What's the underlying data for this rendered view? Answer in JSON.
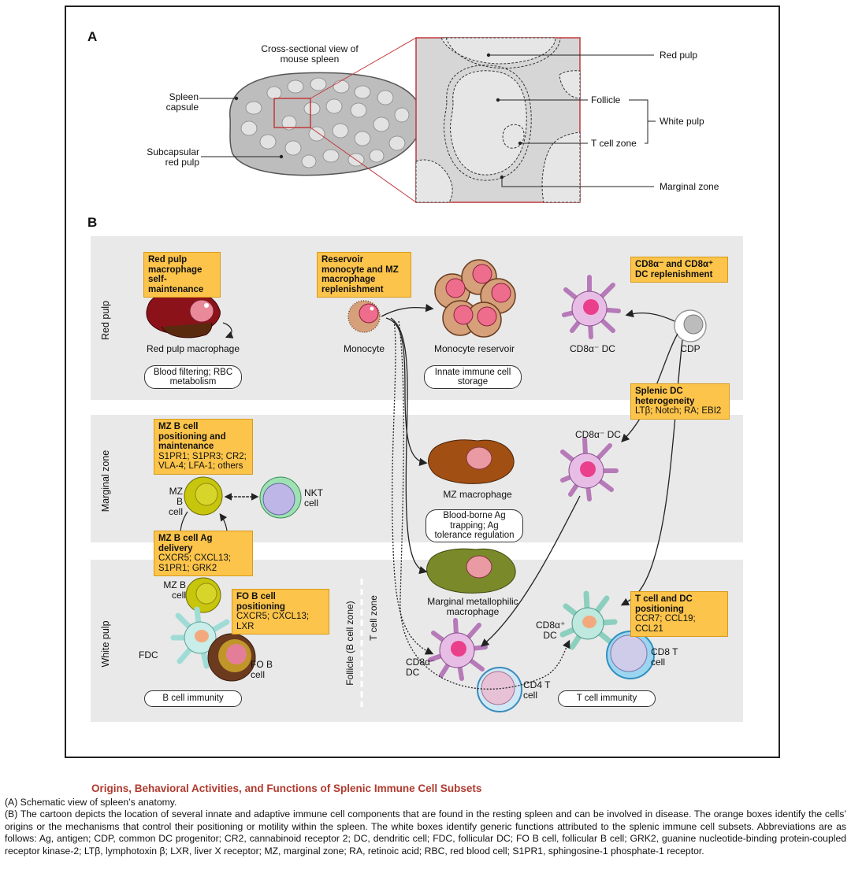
{
  "panel_a": {
    "letter": "A",
    "title": "Cross-sectional view of mouse spleen",
    "labels": {
      "spleen_capsule": "Spleen capsule",
      "subcapsular_red_pulp": "Subcapsular red pulp",
      "red_pulp": "Red pulp",
      "follicle": "Follicle",
      "white_pulp": "White pulp",
      "t_cell_zone": "T cell zone",
      "marginal_zone": "Marginal zone"
    }
  },
  "panel_b": {
    "letter": "B",
    "rows": {
      "red_pulp": "Red pulp",
      "marginal_zone": "Marginal zone",
      "white_pulp": "White pulp"
    },
    "orange_boxes": {
      "rp_self": "Red pulp macrophage self-maintenance",
      "reservoir": "Reservoir monocyte and MZ macrophage replenishment",
      "dc_replenish": "CD8α⁻ and CD8α⁺ DC replenishment",
      "splenic_dc_title": "Splenic DC heterogeneity",
      "splenic_dc_body": "LTβ; Notch; RA; EBI2",
      "mzb_pos_title": "MZ B cell positioning and maintenance",
      "mzb_pos_body": "S1PR1; S1PR3; CR2; VLA-4; LFA-1; others",
      "mzb_ag_title": "MZ B cell Ag delivery",
      "mzb_ag_body": "CXCR5; CXCL13; S1PR1; GRK2",
      "fob_title": "FO B cell positioning",
      "fob_body": "CXCR5; CXCL13; LXR",
      "tdc_title": "T cell and DC positioning",
      "tdc_body": "CCR7; CCL19; CCL21"
    },
    "white_boxes": {
      "blood_filtering": "Blood filtering; RBC metabolism",
      "innate_storage": "Innate immune cell storage",
      "ag_trapping": "Blood-borne Ag trapping; Ag tolerance regulation",
      "b_immunity": "B cell immunity",
      "t_immunity": "T cell immunity"
    },
    "cells": {
      "rp_macrophage": "Red pulp macrophage",
      "monocyte": "Monocyte",
      "monocyte_reservoir": "Monocyte reservoir",
      "cd8neg_dc_top": "CD8α⁻ DC",
      "cdp": "CDP",
      "cd8neg_dc_mid": "CD8α⁻ DC",
      "mz_macrophage": "MZ macrophage",
      "mz_b_top": "MZ B cell",
      "nkt": "NKT cell",
      "mz_b_bottom": "MZ B cell",
      "fdc": "FDC",
      "fo_b": "FO B cell",
      "metallophilic": "Marginal metallophilic macrophage",
      "cd8neg_dc_bottom": "CD8α⁻ DC",
      "cd4_t": "CD4 T cell",
      "cd8pos_dc": "CD8α⁺ DC",
      "cd8_t": "CD8 T cell",
      "follicle_zone": "Follicle (B cell zone)",
      "t_cell_zone": "T cell zone"
    }
  },
  "caption": {
    "title": "Origins, Behavioral Activities, and Functions of Splenic Immune Cell Subsets",
    "line_a": "(A) Schematic view of spleen’s anatomy.",
    "line_b": "(B) The cartoon depicts the location of several innate and adaptive immune cell components that are found in the resting spleen and can be involved in disease. The orange boxes identify the cells’ origins or the mechanisms that control their positioning or motility within the spleen. The white boxes identify generic functions attributed to the splenic immune cell subsets. Abbreviations are as follows: Ag, antigen; CDP, common DC progenitor; CR2, cannabinoid receptor 2; DC, dendritic cell; FDC, follicular DC; FO B cell, follicular B cell; GRK2, guanine nucleotide-binding protein-coupled receptor kinase-2; LTβ, lymphotoxin β; LXR, liver X receptor; MZ, marginal zone; RA, retinoic acid; RBC, red blood cell; S1PR1, sphingosine-1 phosphate-1 receptor."
  },
  "colors": {
    "orange_box": "#fcc44a",
    "band": "#e9e9e9",
    "caption_title": "#b03a2e",
    "inset_border": "#c0393b"
  }
}
